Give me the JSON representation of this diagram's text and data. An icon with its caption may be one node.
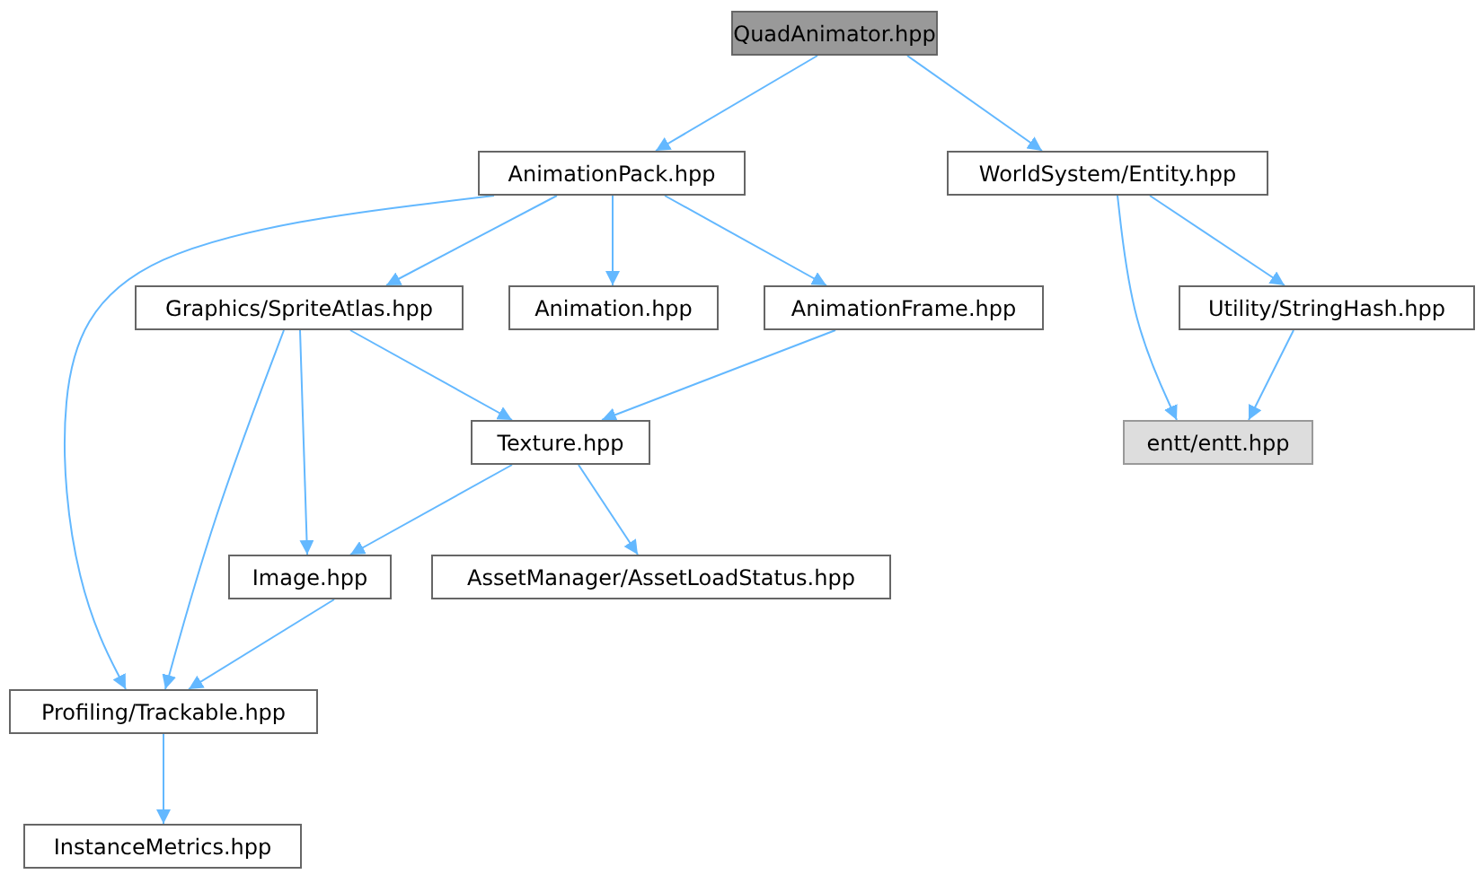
{
  "diagram": {
    "nodes": [
      {
        "text": [
          "QuadAnimator.hpp"
        ]
      },
      {
        "text": [
          "AnimationPack.hpp"
        ]
      },
      {
        "text": [
          "WorldSystem/Entity.hpp"
        ]
      },
      {
        "text": [
          "Graphics/SpriteAtlas.hpp"
        ]
      },
      {
        "text": [
          "Animation.hpp"
        ]
      },
      {
        "text": [
          "AnimationFrame.hpp"
        ]
      },
      {
        "text": [
          "Utility/StringHash.hpp"
        ]
      },
      {
        "text": [
          "entt/entt.hpp"
        ]
      },
      {
        "text": [
          "Texture.hpp"
        ]
      },
      {
        "text": [
          "Image.hpp"
        ]
      },
      {
        "text": [
          "AssetManager/AssetLoadStatus.hpp"
        ]
      },
      {
        "text": [
          "Profiling/Trackable.hpp"
        ]
      },
      {
        "text": [
          "InstanceMetrics.hpp"
        ]
      }
    ],
    "edges": [
      {
        "from": 0,
        "to": 1,
        "arrow": "to"
      },
      {
        "from": 0,
        "to": 2,
        "arrow": "to"
      },
      {
        "from": 1,
        "to": 11,
        "arrow": "to"
      },
      {
        "from": 1,
        "to": 3,
        "arrow": "to"
      },
      {
        "from": 1,
        "to": 4,
        "arrow": "to"
      },
      {
        "from": 1,
        "to": 5,
        "arrow": "to"
      },
      {
        "from": 2,
        "to": 7,
        "arrow": "to"
      },
      {
        "from": 2,
        "to": 6,
        "arrow": "to"
      },
      {
        "from": 6,
        "to": 7,
        "arrow": "to"
      },
      {
        "from": 3,
        "to": 8,
        "arrow": "to"
      },
      {
        "from": 3,
        "to": 9,
        "arrow": "to"
      },
      {
        "from": 3,
        "to": 11,
        "arrow": "to"
      },
      {
        "from": 5,
        "to": 8,
        "arrow": "to"
      },
      {
        "from": 8,
        "to": 9,
        "arrow": "to"
      },
      {
        "from": 8,
        "to": 10,
        "arrow": "to"
      },
      {
        "from": 9,
        "to": 11,
        "arrow": "to"
      },
      {
        "from": 11,
        "to": 12,
        "arrow": "to"
      }
    ]
  }
}
